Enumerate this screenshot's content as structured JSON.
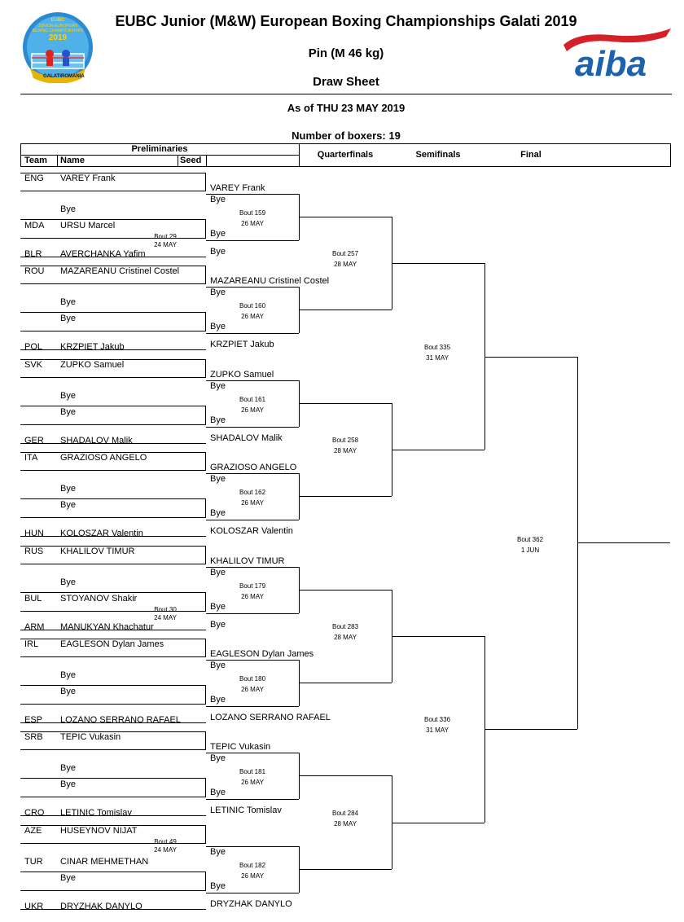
{
  "header": {
    "title": "EUBC Junior (M&W) European Boxing Championships Galati 2019",
    "weight": "Pin (M 46 kg)",
    "doc_type": "Draw Sheet",
    "as_of": "As of THU 23 MAY 2019",
    "boxers": "Number of boxers: 19",
    "logo_text": [
      "EUBC",
      "JUNIOR EUROPEAN",
      "BOXING CHAMPIONSHIPS",
      "2019",
      "GALATI",
      "ROMANIA"
    ],
    "aiba_text": "aiba"
  },
  "columns": {
    "preliminaries": "Preliminaries",
    "team": "Team",
    "name": "Name",
    "seed": "Seed",
    "quarterfinals": "Quarterfinals",
    "semifinals": "Semifinals",
    "final": "Final"
  },
  "bye": "Bye",
  "entries": [
    {
      "team": "ENG",
      "name": "VAREY Frank"
    },
    {
      "team": "MDA",
      "name": "URSU Marcel"
    },
    {
      "team": "BLR",
      "name": "AVERCHANKA Yafim"
    },
    {
      "team": "ROU",
      "name": "MAZAREANU Cristinel Costel"
    },
    {
      "team": "POL",
      "name": "KRZPIET Jakub"
    },
    {
      "team": "SVK",
      "name": "ZUPKO Samuel"
    },
    {
      "team": "GER",
      "name": "SHADALOV Malik"
    },
    {
      "team": "ITA",
      "name": "GRAZIOSO ANGELO"
    },
    {
      "team": "HUN",
      "name": "KOLOSZAR Valentin"
    },
    {
      "team": "RUS",
      "name": "KHALILOV TIMUR"
    },
    {
      "team": "BUL",
      "name": "STOYANOV Shakir"
    },
    {
      "team": "ARM",
      "name": "MANUKYAN Khachatur"
    },
    {
      "team": "IRL",
      "name": "EAGLESON Dylan James"
    },
    {
      "team": "ESP",
      "name": "LOZANO SERRANO RAFAEL"
    },
    {
      "team": "SRB",
      "name": "TEPIC Vukasin"
    },
    {
      "team": "CRO",
      "name": "LETINIC Tomislav"
    },
    {
      "team": "AZE",
      "name": "HUSEYNOV NIJAT"
    },
    {
      "team": "TUR",
      "name": "CINAR MEHMETHAN"
    },
    {
      "team": "UKR",
      "name": "DRYZHAK DANYLO"
    }
  ],
  "prelim_bouts": [
    {
      "bout": "Bout 29",
      "date": "24 MAY"
    },
    {
      "bout": "Bout 30",
      "date": "24 MAY"
    },
    {
      "bout": "Bout 49",
      "date": "24 MAY"
    }
  ],
  "r16": [
    {
      "top": "VAREY Frank",
      "bottom": "Bye",
      "bout": "Bout 159",
      "date": "26 MAY"
    },
    {
      "top": "MAZAREANU Cristinel Costel",
      "bottom": "KRZPIET Jakub",
      "bout": "Bout 160",
      "date": "26 MAY"
    },
    {
      "top": "ZUPKO Samuel",
      "bottom": "SHADALOV Malik",
      "bout": "Bout 161",
      "date": "26 MAY"
    },
    {
      "top": "GRAZIOSO ANGELO",
      "bottom": "KOLOSZAR Valentin",
      "bout": "Bout 162",
      "date": "26 MAY"
    },
    {
      "top": "KHALILOV TIMUR",
      "bottom": "Bye",
      "bout": "Bout 179",
      "date": "26 MAY"
    },
    {
      "top": "EAGLESON Dylan James",
      "bottom": "LOZANO SERRANO RAFAEL",
      "bout": "Bout 180",
      "date": "26 MAY"
    },
    {
      "top": "TEPIC Vukasin",
      "bottom": "LETINIC Tomislav",
      "bout": "Bout 181",
      "date": "26 MAY"
    },
    {
      "top": "",
      "bottom": "DRYZHAK DANYLO",
      "bout": "Bout 182",
      "date": "26 MAY"
    }
  ],
  "qf": [
    {
      "bout": "Bout 257",
      "date": "28 MAY"
    },
    {
      "bout": "Bout 258",
      "date": "28 MAY"
    },
    {
      "bout": "Bout 283",
      "date": "28 MAY"
    },
    {
      "bout": "Bout 284",
      "date": "28 MAY"
    }
  ],
  "sf": [
    {
      "bout": "Bout 335",
      "date": "31 MAY"
    },
    {
      "bout": "Bout 336",
      "date": "31 MAY"
    }
  ],
  "final": {
    "bout": "Bout 362",
    "date": "1 JUN"
  }
}
